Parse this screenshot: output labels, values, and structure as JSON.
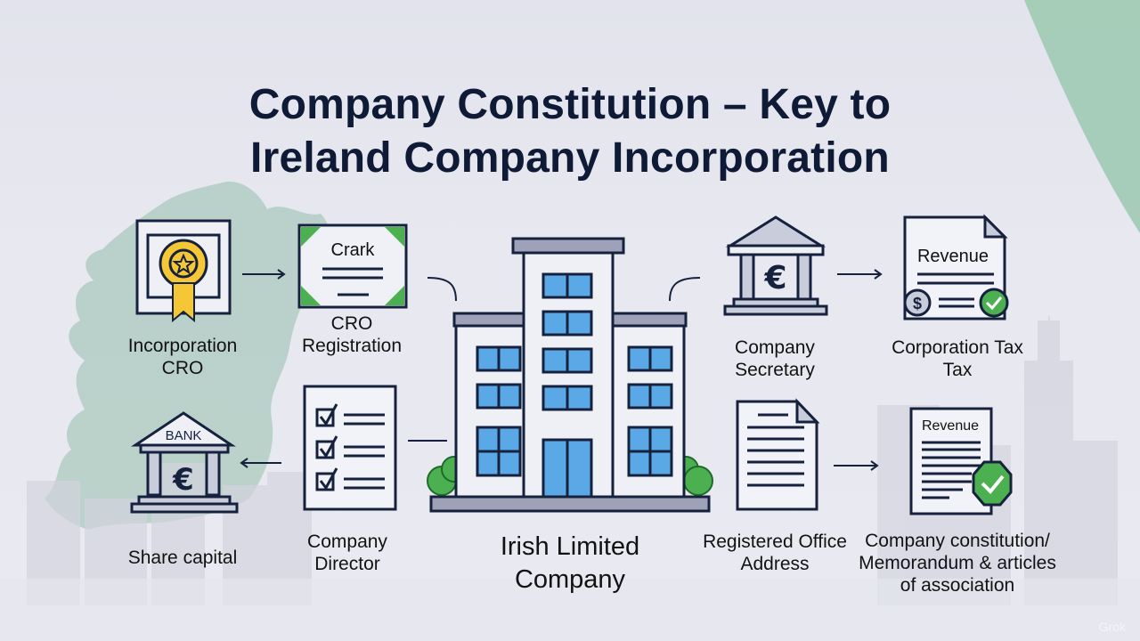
{
  "title": {
    "line1": "Company Constitution – Key to",
    "line2": "Ireland Company Incorporation"
  },
  "center": {
    "label_line1": "Irish Limited",
    "label_line2": "Company",
    "icon": "office-building-icon"
  },
  "nodes": [
    {
      "id": "incorporation-cro",
      "line1": "Incorporation",
      "line2": "CRO",
      "icon": "award-certificate-icon"
    },
    {
      "id": "cro-registration",
      "line1": "CRO",
      "line2": "Registration",
      "icon": "registration-certificate-icon",
      "icon_text": "Crark"
    },
    {
      "id": "company-secretary",
      "line1": "Company",
      "line2": "Secretary",
      "icon": "euro-bank-building-icon"
    },
    {
      "id": "corporation-tax",
      "line1": "Corporation Tax",
      "line2": "Tax",
      "icon": "revenue-tax-document-icon",
      "icon_text": "Revenue"
    },
    {
      "id": "share-capital",
      "line1": "Share capital",
      "line2": "",
      "icon": "bank-icon",
      "icon_text": "BANK"
    },
    {
      "id": "company-director",
      "line1": "Company",
      "line2": "Director",
      "icon": "checklist-icon"
    },
    {
      "id": "registered-office",
      "line1": "Registered Office",
      "line2": "Address",
      "icon": "document-icon"
    },
    {
      "id": "company-constitution",
      "line1": "Company constitution/",
      "line2": "Memorandum & articles",
      "line3": "of association",
      "icon": "approved-revenue-document-icon",
      "icon_text": "Revenue"
    }
  ],
  "colors": {
    "title": "#0f1b36",
    "outline": "#16223d",
    "window_blue": "#5aa9e6",
    "green": "#4caf50",
    "gold": "#f5c737",
    "map_green": "#a9c9bd",
    "background": "#e6e6ee"
  },
  "watermark": "Grok"
}
